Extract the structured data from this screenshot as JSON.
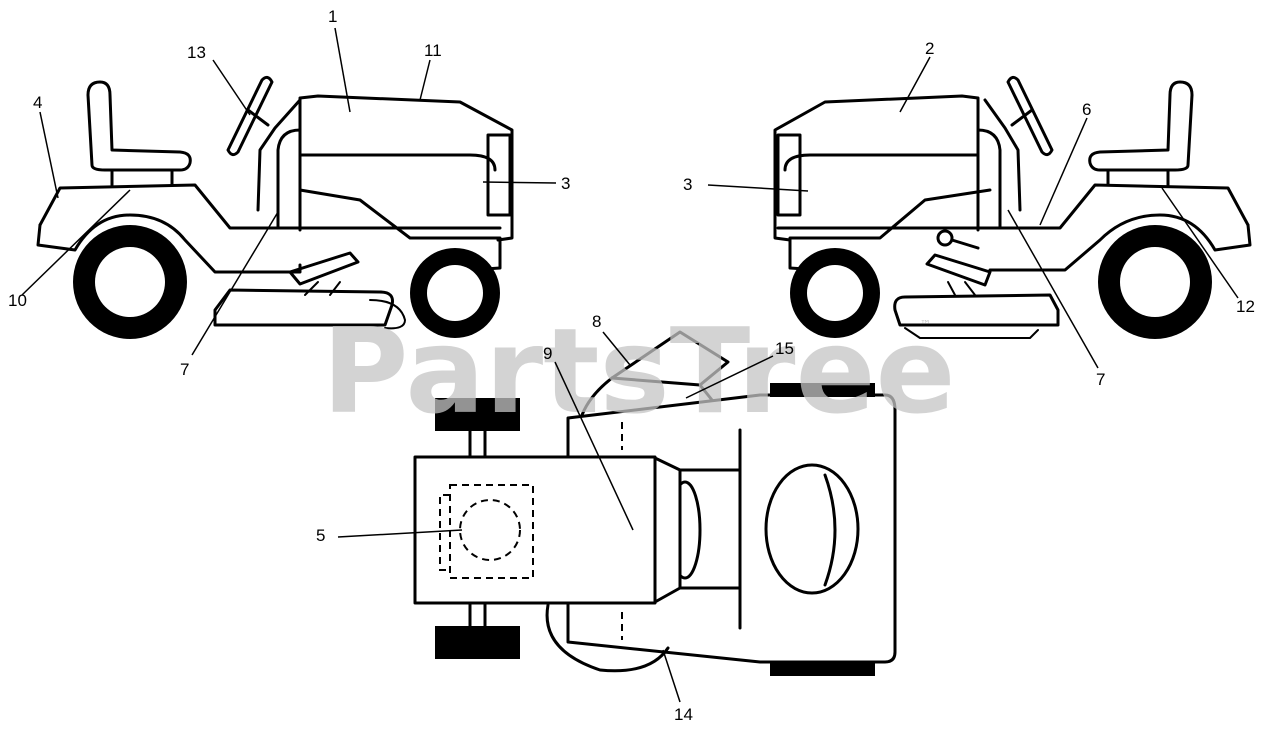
{
  "watermark": {
    "text": "PartsTree",
    "trademark": "™"
  },
  "callouts": [
    {
      "id": "c1",
      "label": "1"
    },
    {
      "id": "c2",
      "label": "2"
    },
    {
      "id": "c3a",
      "label": "3"
    },
    {
      "id": "c3b",
      "label": "3"
    },
    {
      "id": "c4",
      "label": "4"
    },
    {
      "id": "c5",
      "label": "5"
    },
    {
      "id": "c6",
      "label": "6"
    },
    {
      "id": "c7a",
      "label": "7"
    },
    {
      "id": "c7b",
      "label": "7"
    },
    {
      "id": "c8",
      "label": "8"
    },
    {
      "id": "c9",
      "label": "9"
    },
    {
      "id": "c10",
      "label": "10"
    },
    {
      "id": "c11",
      "label": "11"
    },
    {
      "id": "c12",
      "label": "12"
    },
    {
      "id": "c13",
      "label": "13"
    },
    {
      "id": "c14",
      "label": "14"
    },
    {
      "id": "c15",
      "label": "15"
    }
  ]
}
